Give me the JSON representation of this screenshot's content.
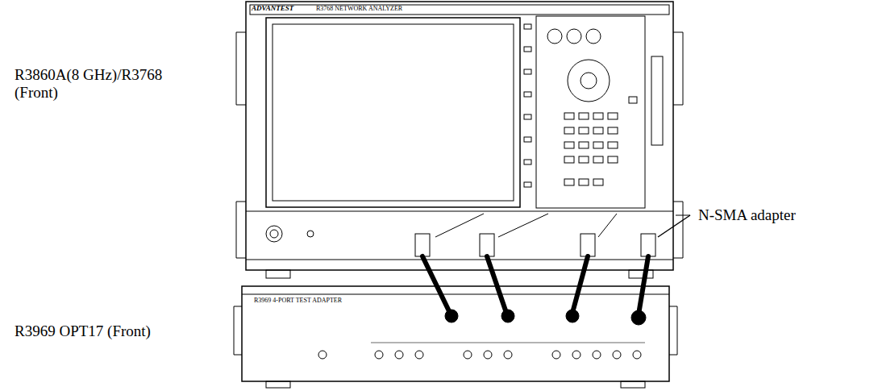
{
  "diagram": {
    "labels": [
      "R3860A(8 GHz)/R3768 (Front)",
      "R3969 OPT17 (Front)",
      "N-SMA adapter",
      "ADVANTEST",
      "R3768 NETWORK ANALYZER",
      "R3969 4-PORT TEST ADAPTER"
    ]
  }
}
